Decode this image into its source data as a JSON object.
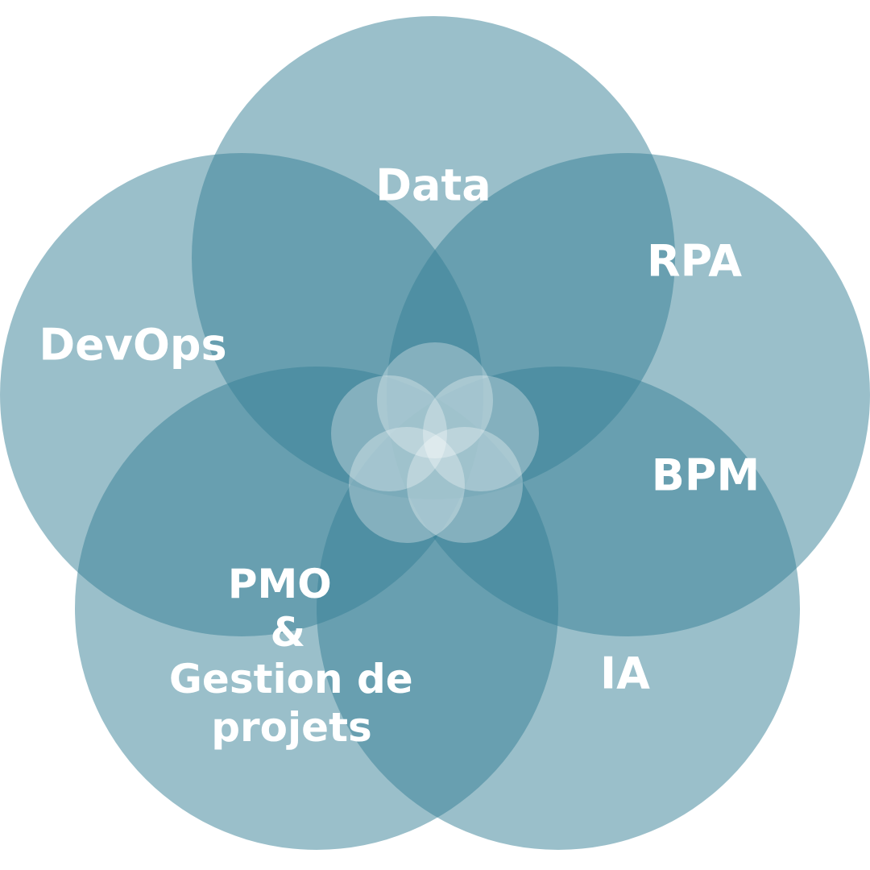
{
  "diagram": {
    "type": "overlapping-circles",
    "circle_color": "#357f95",
    "label_color": "#ffffff",
    "petals": [
      {
        "label": "Data"
      },
      {
        "label": "RPA"
      },
      {
        "label": "BPM"
      },
      {
        "label": "IA"
      },
      {
        "label_lines": [
          "PMO",
          "&",
          "Gestion de",
          "projets"
        ]
      },
      {
        "label": "DevOps"
      }
    ]
  }
}
